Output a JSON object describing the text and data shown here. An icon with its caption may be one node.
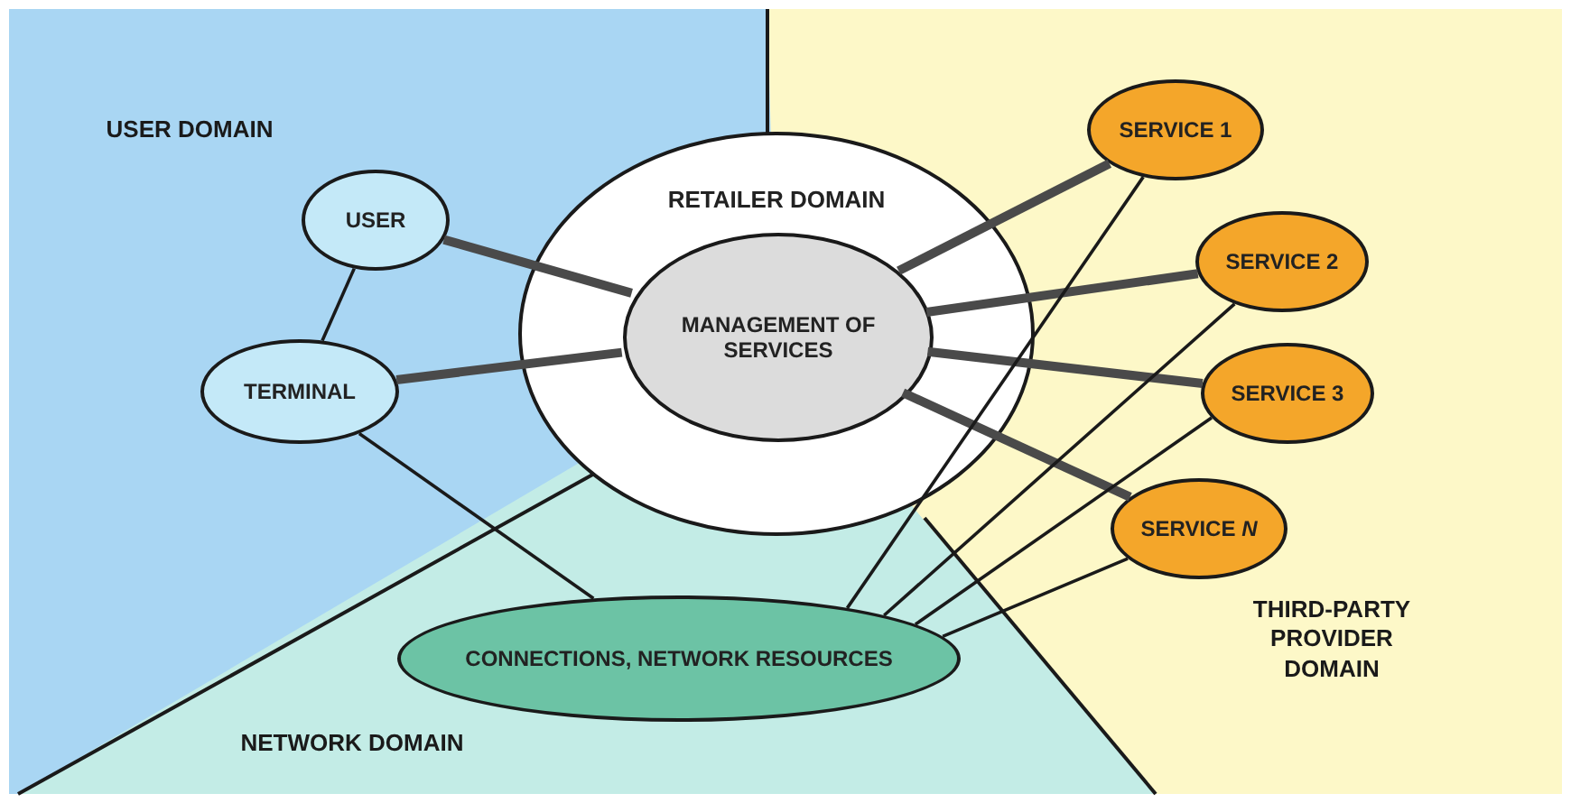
{
  "diagram": {
    "nodes": [
      {
        "text": [
          "RETAILER DOMAIN"
        ]
      },
      {
        "text": [
          "MANAGEMENT OF SERVICES"
        ],
        "in": 0
      },
      {
        "text": [
          "USER"
        ]
      },
      {
        "text": [
          "TERMINAL"
        ]
      },
      {
        "text": [
          "CONNECTIONS, NETWORK RESOURCES"
        ]
      },
      {
        "text": [
          "SERVICE 1"
        ]
      },
      {
        "text": [
          "SERVICE 2"
        ]
      },
      {
        "text": [
          "SERVICE 3"
        ]
      },
      {
        "text": [
          "SERVICE *N*"
        ]
      }
    ],
    "edges": [
      {
        "from": 2,
        "to": 3,
        "arrow": "none"
      },
      {
        "from": 2,
        "to": 1,
        "arrow": "none",
        "style": "thick"
      },
      {
        "from": 3,
        "to": 1,
        "arrow": "none",
        "style": "thick"
      },
      {
        "from": 3,
        "to": 4,
        "arrow": "none"
      },
      {
        "from": 1,
        "to": 5,
        "arrow": "none",
        "style": "thick"
      },
      {
        "from": 1,
        "to": 6,
        "arrow": "none",
        "style": "thick"
      },
      {
        "from": 1,
        "to": 7,
        "arrow": "none",
        "style": "thick"
      },
      {
        "from": 1,
        "to": 8,
        "arrow": "none",
        "style": "thick"
      },
      {
        "from": 4,
        "to": 5,
        "arrow": "none"
      },
      {
        "from": 4,
        "to": 6,
        "arrow": "none"
      },
      {
        "from": 4,
        "to": 7,
        "arrow": "none"
      },
      {
        "from": 4,
        "to": 8,
        "arrow": "none"
      }
    ],
    "labels": [
      "USER DOMAIN",
      "NETWORK DOMAIN",
      "THIRD-PARTY PROVIDER DOMAIN"
    ]
  }
}
